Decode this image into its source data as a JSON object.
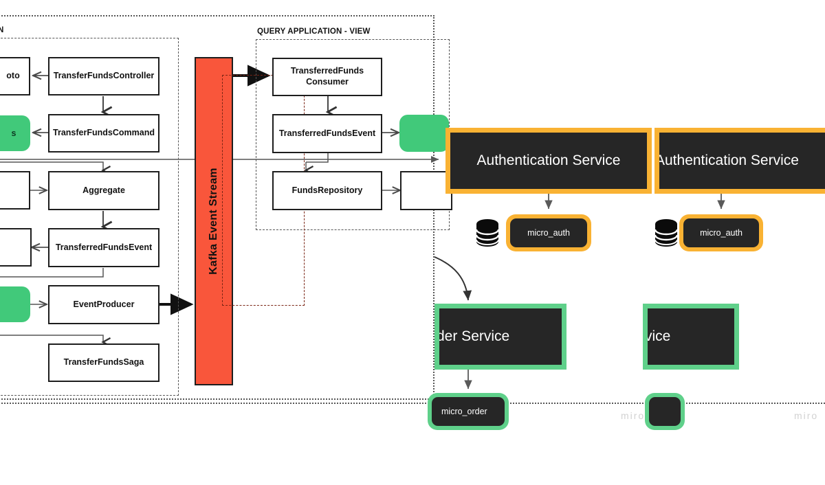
{
  "diagram": {
    "title_visible": "QUERY APPLICATION - VIEW",
    "groups": [
      {
        "id": "command-app",
        "label": "N",
        "label_note": "clipped at left edge"
      },
      {
        "id": "query-app",
        "label": "QUERY APPLICATION - VIEW"
      }
    ],
    "command_boxes": [
      {
        "id": "dto",
        "label": "oto"
      },
      {
        "id": "transfer-funds-controller",
        "label": "TransferFundsController"
      },
      {
        "id": "green-tag-left-1",
        "label": "s"
      },
      {
        "id": "transfer-funds-command",
        "label": "TransferFundsCommand"
      },
      {
        "id": "clipped-box-1",
        "label": ""
      },
      {
        "id": "aggregate",
        "label": "Aggregate"
      },
      {
        "id": "clipped-box-2",
        "label": ""
      },
      {
        "id": "transferred-funds-event",
        "label": "TransferredFundsEvent"
      },
      {
        "id": "green-tag-left-2",
        "label": ""
      },
      {
        "id": "event-producer",
        "label": "EventProducer"
      },
      {
        "id": "transfer-funds-saga",
        "label": "TransferFundsSaga"
      }
    ],
    "kafka": {
      "label": "Kafka Event Stream"
    },
    "query_boxes": [
      {
        "id": "transferred-funds-consumer",
        "label": "TransferredFunds\nConsumer",
        "line1": "TransferredFunds",
        "line2": "Consumer"
      },
      {
        "id": "transferred-funds-event-q",
        "label": "TransferredFundsEvent"
      },
      {
        "id": "green-tag-query",
        "label": ""
      },
      {
        "id": "funds-repository",
        "label": "FundsRepository"
      },
      {
        "id": "clipped-box-3",
        "label": ""
      }
    ]
  },
  "services": {
    "auth_primary": {
      "title": "Authentication Service",
      "db": "micro_auth",
      "accent": "#f9b233"
    },
    "auth_secondary": {
      "title": "Authentication Service",
      "db": "micro_auth",
      "accent": "#f9b233"
    },
    "order_primary": {
      "title": "der Service",
      "full_title": "Order Service",
      "db": "micro_order",
      "accent": "#5fd08a"
    },
    "order_secondary": {
      "title": "vice",
      "full_title": "Service",
      "db": "",
      "accent": "#5fd08a"
    }
  },
  "watermarks": [
    {
      "text": "miro"
    },
    {
      "text": "miro"
    }
  ],
  "colors": {
    "kafka_bar": "#f9563b",
    "green_tag": "#41c97a",
    "service_dark": "#262626",
    "amber_accent": "#f9b233",
    "green_accent": "#5fd08a",
    "stroke": "#1d1d1d",
    "background": "#ffffff"
  },
  "icons": {
    "database": "database-cylinder-icon"
  }
}
